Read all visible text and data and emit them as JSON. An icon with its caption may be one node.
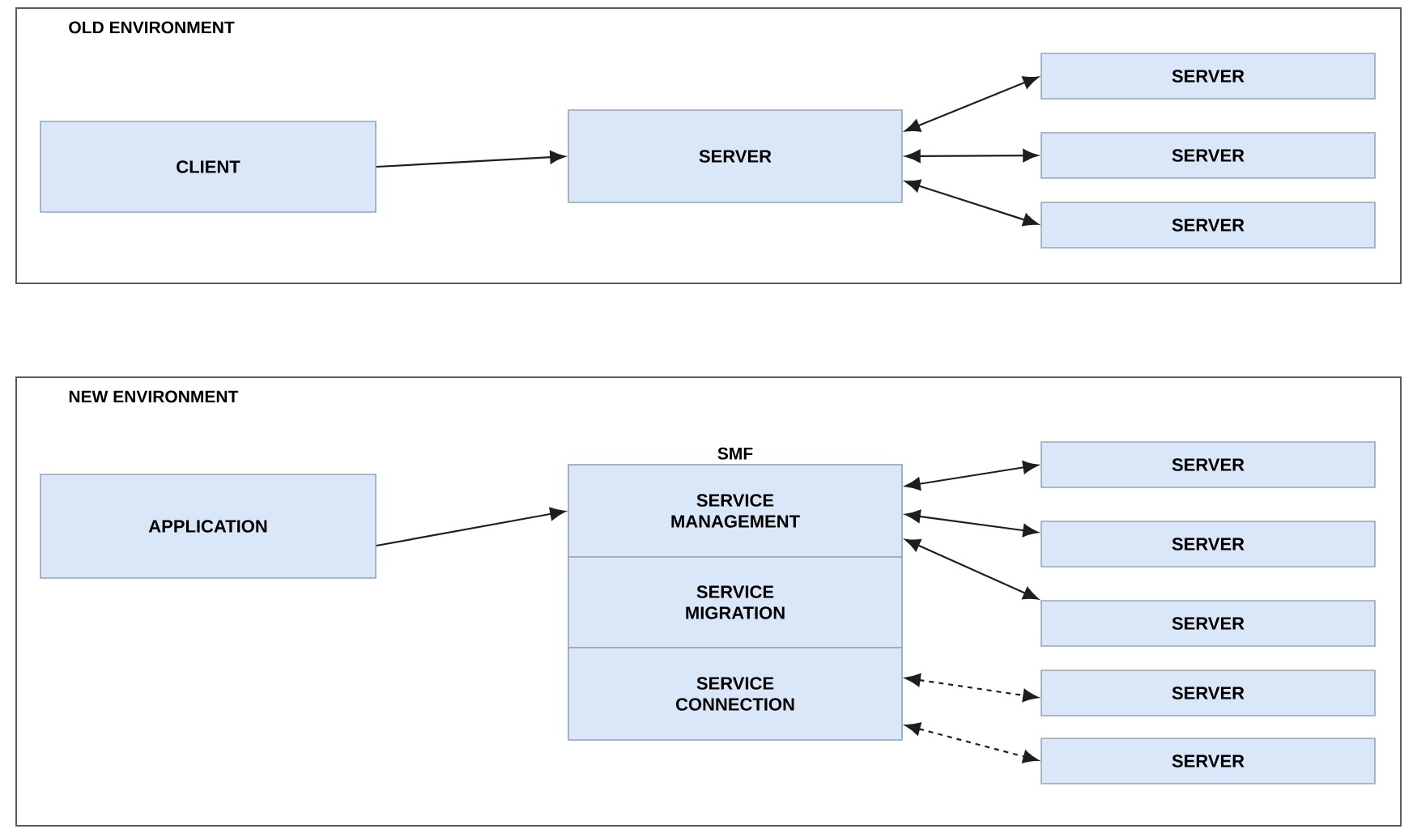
{
  "diagram": {
    "nodes": [
      {
        "text": [
          "OLD ENVIRONMENT"
        ]
      },
      {
        "text": [
          "CLIENT"
        ],
        "in": 0
      },
      {
        "text": [
          "SERVER"
        ],
        "in": 0
      },
      {
        "text": [
          "SERVER"
        ],
        "in": 0
      },
      {
        "text": [
          "SERVER"
        ],
        "in": 0
      },
      {
        "text": [
          "SERVER"
        ],
        "in": 0
      },
      {
        "text": [
          "NEW ENVIRONMENT"
        ]
      },
      {
        "text": [
          "APPLICATION"
        ],
        "in": 6
      },
      {
        "text": [
          "SMF"
        ],
        "in": 6
      },
      {
        "text": [
          "SERVICE MANAGEMENT"
        ],
        "in": 8
      },
      {
        "text": [
          "SERVICE MIGRATION"
        ],
        "in": 8
      },
      {
        "text": [
          "SERVICE CONNECTION"
        ],
        "in": 8
      },
      {
        "text": [
          "SERVER"
        ],
        "in": 6
      },
      {
        "text": [
          "SERVER"
        ],
        "in": 6
      },
      {
        "text": [
          "SERVER"
        ],
        "in": 6
      },
      {
        "text": [
          "SERVER"
        ],
        "in": 6
      },
      {
        "text": [
          "SERVER"
        ],
        "in": 6
      }
    ],
    "edges": [
      {
        "from": 1,
        "to": 2,
        "arrow": "to"
      },
      {
        "from": 2,
        "to": 3,
        "arrow": "both"
      },
      {
        "from": 2,
        "to": 4,
        "arrow": "both"
      },
      {
        "from": 2,
        "to": 5,
        "arrow": "both"
      },
      {
        "from": 7,
        "to": 9,
        "arrow": "to"
      },
      {
        "from": 9,
        "to": 12,
        "arrow": "both"
      },
      {
        "from": 9,
        "to": 13,
        "arrow": "both"
      },
      {
        "from": 9,
        "to": 14,
        "arrow": "both"
      },
      {
        "from": 11,
        "to": 15,
        "arrow": "both",
        "style": "dashed"
      },
      {
        "from": 11,
        "to": 16,
        "arrow": "both",
        "style": "dashed"
      }
    ]
  }
}
